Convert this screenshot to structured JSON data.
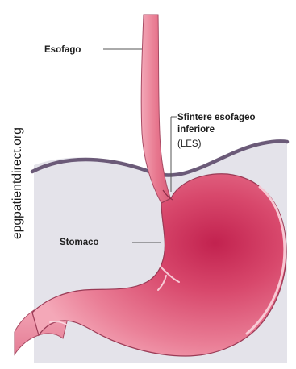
{
  "labels": {
    "esophagus": "Esofago",
    "les_line1": "Sfintere esofageo",
    "les_line2": "inferiore",
    "les_line3": "(LES)",
    "stomach": "Stomaco"
  },
  "watermark": "epgpatientdirect.org",
  "colors": {
    "background_panel": "#e4e3ea",
    "diaphragm": "#6b5a78",
    "organ_light": "#f3a0b0",
    "organ_mid": "#e06683",
    "organ_dark": "#c2224f",
    "outline": "#9a3a55",
    "leader_line": "#555555"
  }
}
